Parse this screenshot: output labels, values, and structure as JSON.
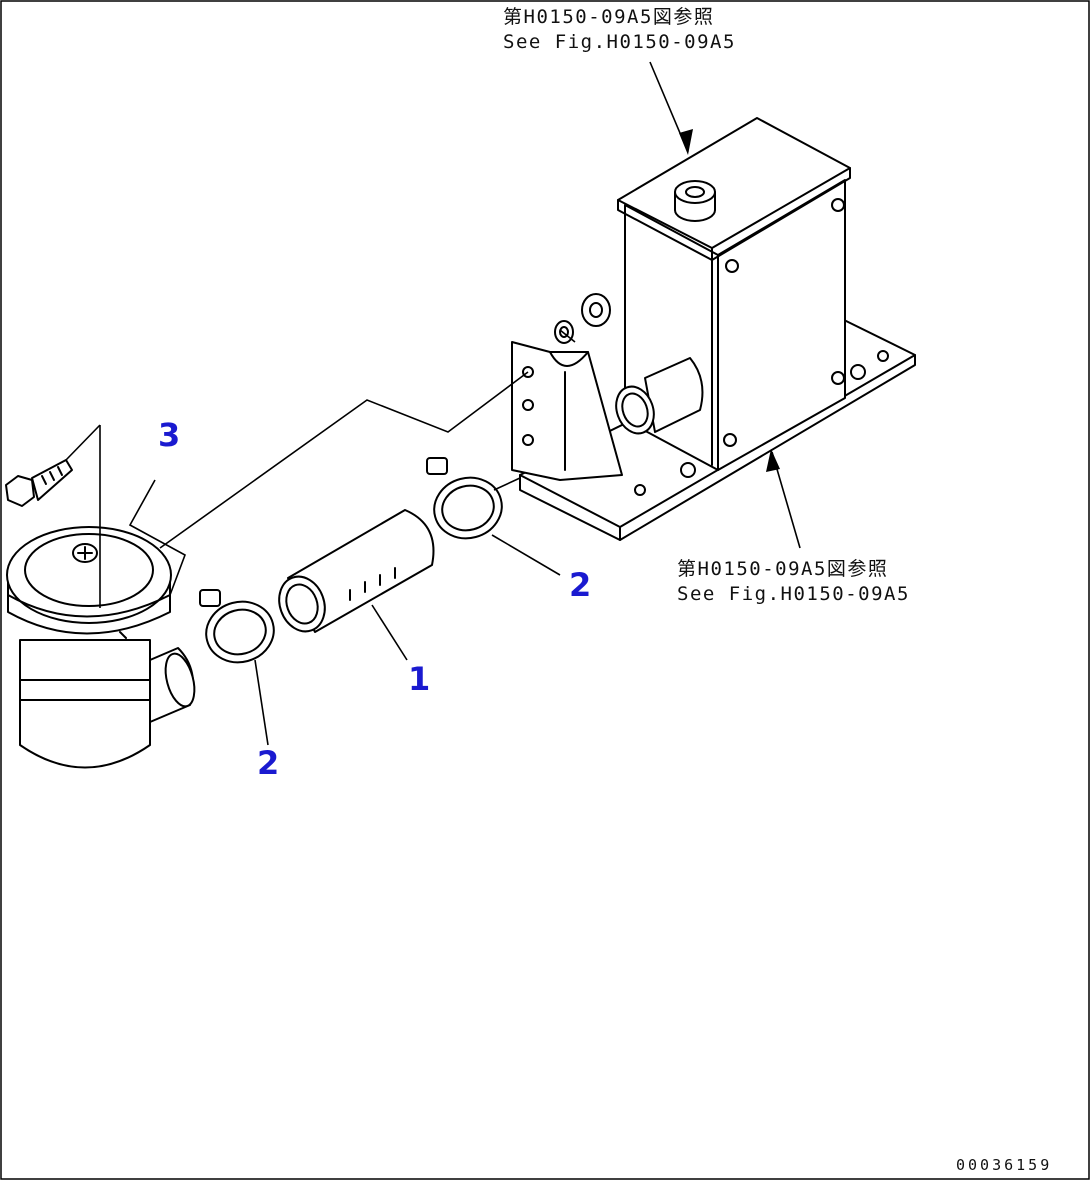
{
  "references": {
    "top": {
      "line1": "第H0150-09A5図参照",
      "line2": "See Fig.H0150-09A5"
    },
    "right": {
      "line1": "第H0150-09A5図参照",
      "line2": "See Fig.H0150-09A5"
    }
  },
  "callouts": [
    {
      "id": "hose",
      "label": "1"
    },
    {
      "id": "clamp-right",
      "label": "2"
    },
    {
      "id": "clamp-left",
      "label": "2"
    },
    {
      "id": "air-cleaner",
      "label": "3"
    }
  ],
  "figure_number": "00036159",
  "colors": {
    "callout": "#1a1ad0",
    "line": "#000000",
    "background": "#ffffff"
  }
}
